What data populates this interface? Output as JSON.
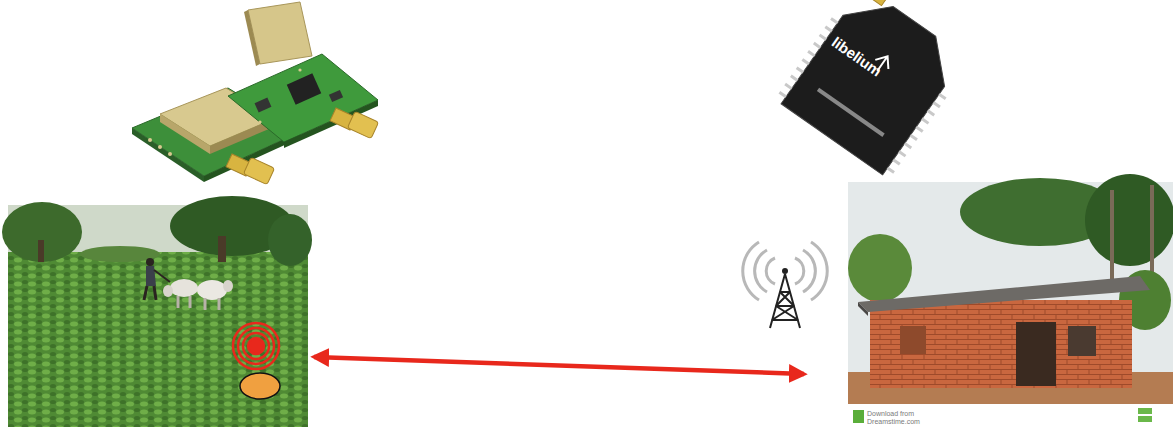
{
  "diagram": {
    "labels": [
      "libelium",
      "Download from",
      "Dreamstime.com"
    ]
  }
}
